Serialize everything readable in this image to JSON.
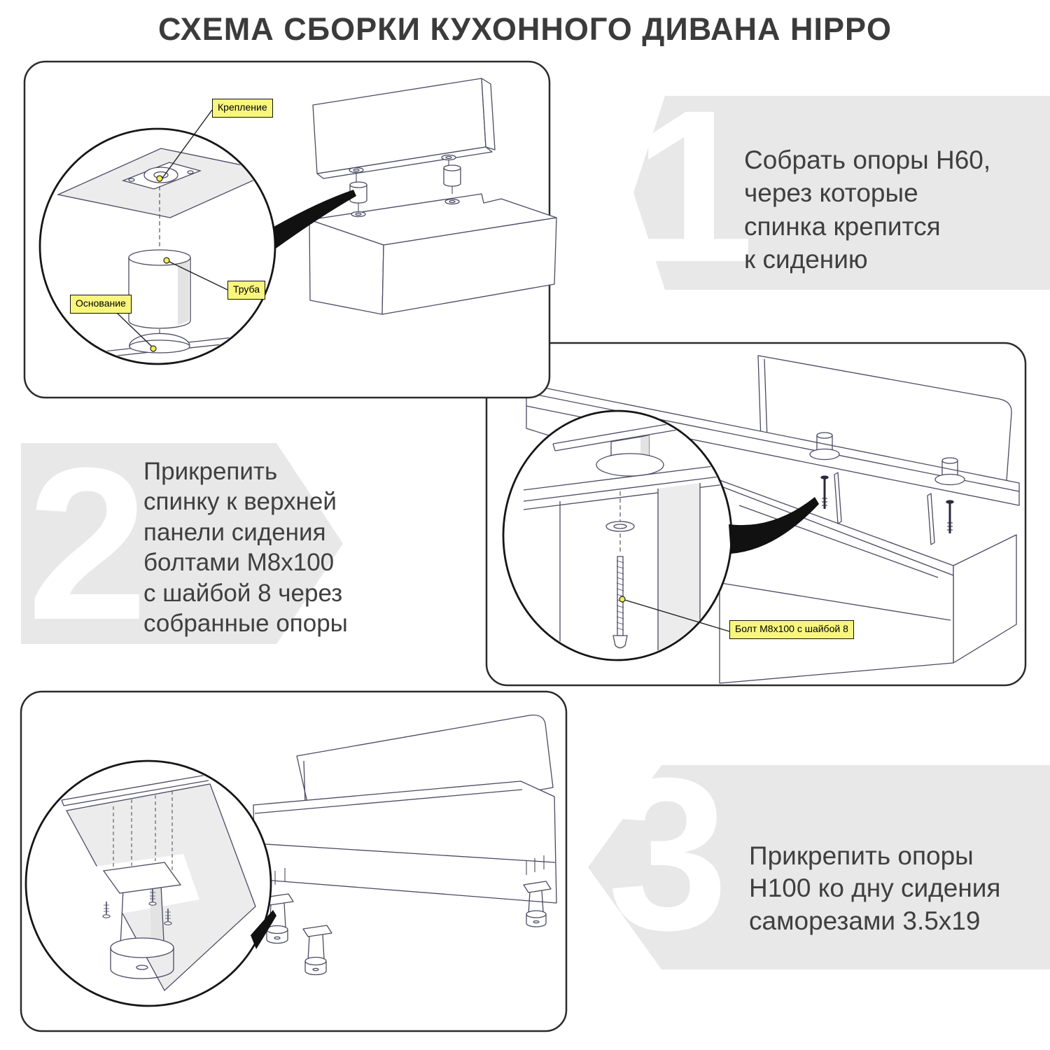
{
  "title": {
    "main": "СХЕМА СБОРКИ КУХОННОГО ДИВАНА",
    "brand": "HIPPO"
  },
  "steps": [
    {
      "number": "1",
      "text": "Собрать опоры Н60,\nчерез которые\nспинка крепится\nк сидению"
    },
    {
      "number": "2",
      "text": "Прикрепить\nспинку к верхней\nпанели сидения\nболтами М8х100\nс шайбой 8 через\nсобранные опоры"
    },
    {
      "number": "3",
      "text": "Прикрепить опоры\nН100 ко дну сидения\nсаморезами 3.5х19"
    }
  ],
  "part_labels": {
    "krepenie": "Крепление",
    "truba": "Труба",
    "osnovanie": "Основание",
    "bolt": "Болт М8х100 с шайбой 8"
  },
  "colors": {
    "arrow_gray": "#e8e8e8",
    "label_yellow": "#f9f67e",
    "text_dark": "#3f3f3f",
    "line_color": "#4a4a63",
    "marker_yellow": "#f5ee54"
  }
}
